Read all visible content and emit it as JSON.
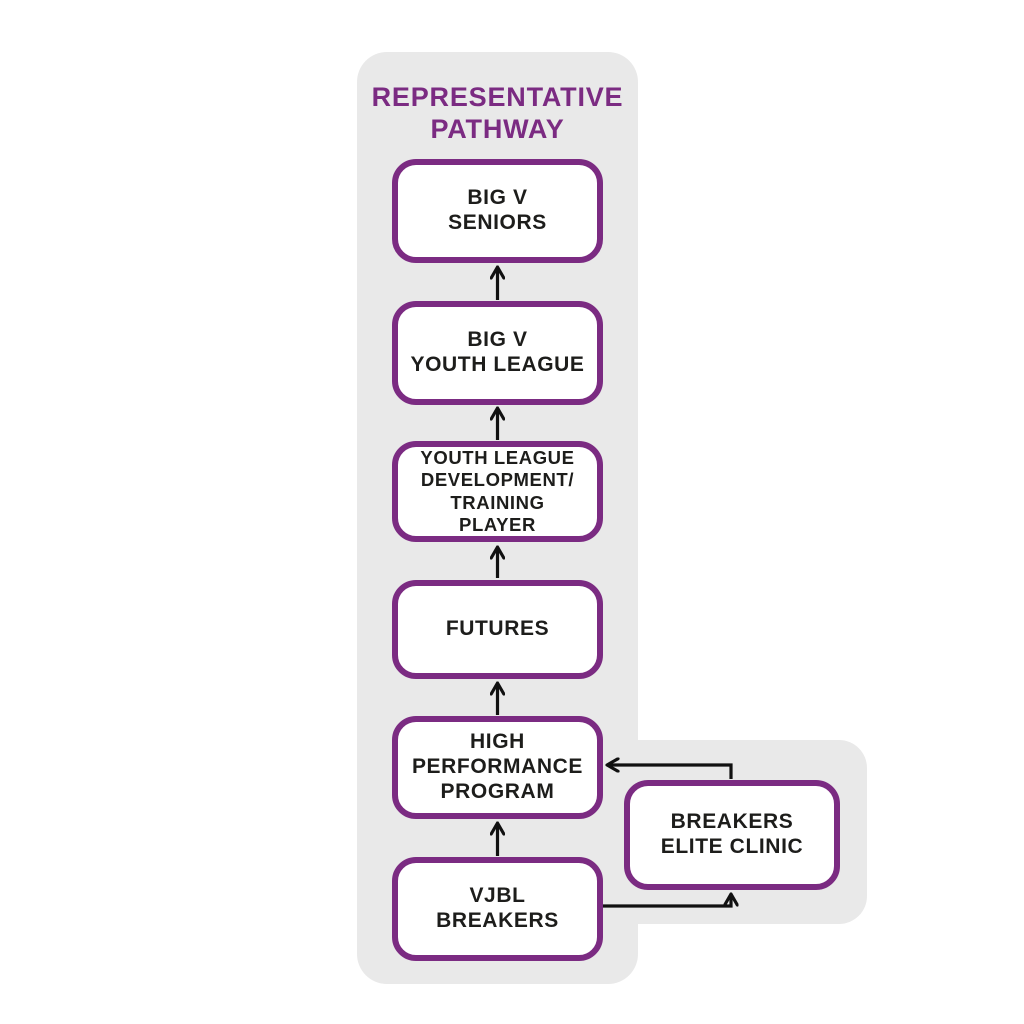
{
  "title": "REPRESENTATIVE\nPATHWAY",
  "colors": {
    "accent_purple": "#7b2b82",
    "panel_gray": "#e9e9e9",
    "text_black": "#1d1d1b",
    "arrow_black": "#111111"
  },
  "nodes": [
    {
      "id": "big-v-seniors",
      "label": "BIG V\nSENIORS"
    },
    {
      "id": "big-v-youth-league",
      "label": "BIG V\nYOUTH LEAGUE"
    },
    {
      "id": "youth-league-development",
      "label": "YOUTH LEAGUE\nDEVELOPMENT/\nTRAINING\nPLAYER"
    },
    {
      "id": "futures",
      "label": "FUTURES"
    },
    {
      "id": "high-performance-program",
      "label": "HIGH\nPERFORMANCE\nPROGRAM"
    },
    {
      "id": "vjbl-breakers",
      "label": "VJBL\nBREAKERS"
    },
    {
      "id": "breakers-elite-clinic",
      "label": "BREAKERS\nELITE CLINIC"
    }
  ],
  "edges": [
    {
      "from": "big-v-youth-league",
      "to": "big-v-seniors"
    },
    {
      "from": "youth-league-development",
      "to": "big-v-youth-league"
    },
    {
      "from": "futures",
      "to": "youth-league-development"
    },
    {
      "from": "high-performance-program",
      "to": "futures"
    },
    {
      "from": "vjbl-breakers",
      "to": "high-performance-program"
    },
    {
      "from": "vjbl-breakers",
      "to": "breakers-elite-clinic"
    },
    {
      "from": "breakers-elite-clinic",
      "to": "high-performance-program"
    }
  ]
}
